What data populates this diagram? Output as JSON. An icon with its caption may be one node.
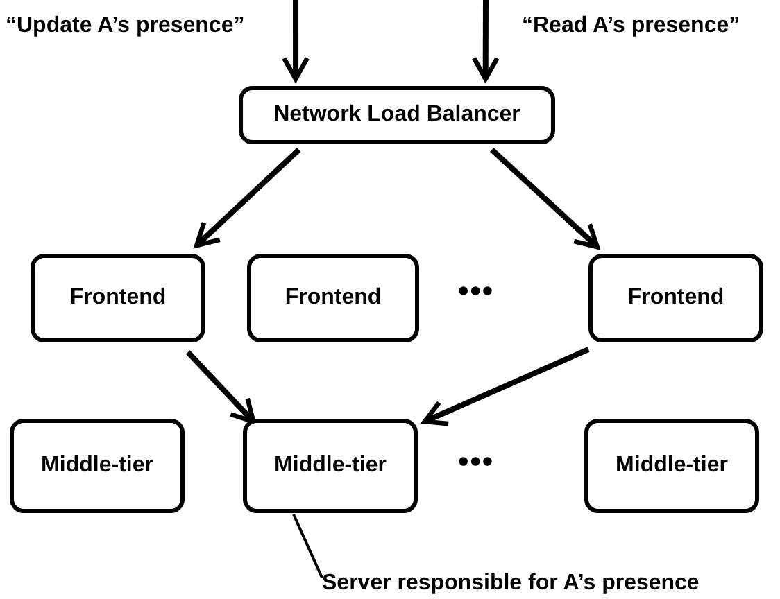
{
  "diagram": {
    "nodes": [
      {
        "text": [
          "Network Load Balancer"
        ]
      },
      {
        "text": [
          "Frontend"
        ]
      },
      {
        "text": [
          "Frontend"
        ]
      },
      {
        "text": [
          "Frontend"
        ]
      },
      {
        "text": [
          "Middle-tier"
        ]
      },
      {
        "text": [
          "Middle-tier"
        ]
      },
      {
        "text": [
          "Middle-tier"
        ]
      },
      {
        "text": [
          "Server responsible for A’s presence"
        ]
      }
    ],
    "edges": [
      {
        "from": null,
        "to": 0,
        "arrow": "to"
      },
      {
        "from": null,
        "to": 0,
        "arrow": "to"
      },
      {
        "from": 0,
        "to": 1,
        "arrow": "to"
      },
      {
        "from": 0,
        "to": 3,
        "arrow": "to"
      },
      {
        "from": 1,
        "to": 5,
        "arrow": "to"
      },
      {
        "from": 3,
        "to": 5,
        "arrow": "to"
      },
      {
        "from": 5,
        "to": 7,
        "arrow": "none"
      }
    ],
    "labels": [
      "“Update A’s presence”",
      "“Read A’s presence”",
      "•••",
      "•••"
    ]
  }
}
